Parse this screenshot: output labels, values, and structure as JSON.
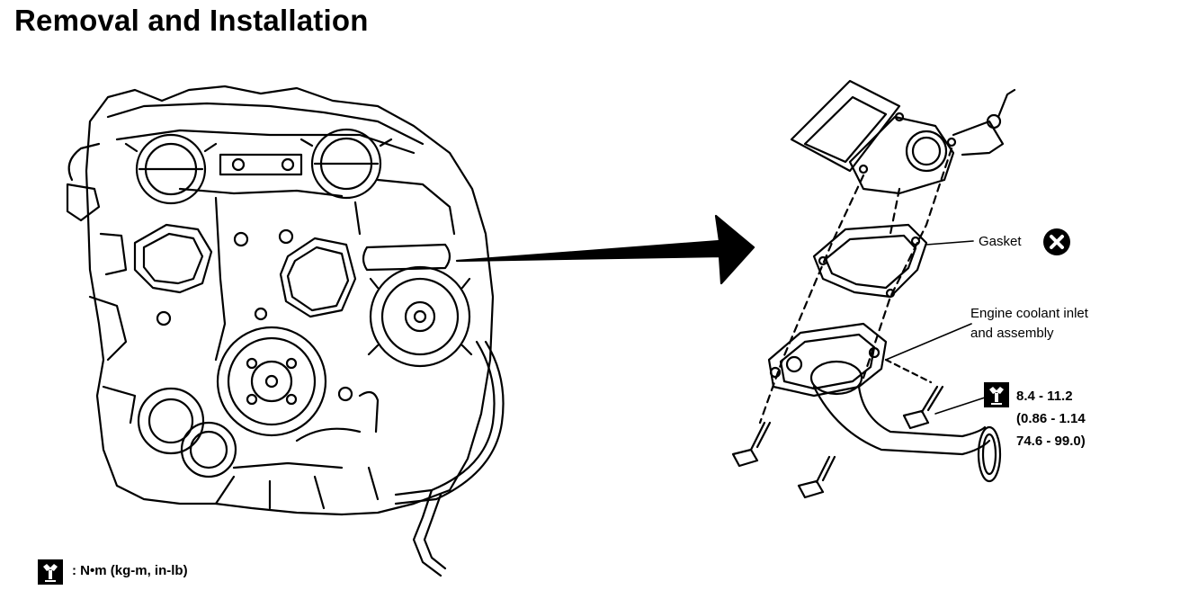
{
  "page": {
    "title": "Removal and Installation"
  },
  "callouts": {
    "gasket_label": "Gasket",
    "inlet_label_line1": "Engine coolant inlet",
    "inlet_label_line2": "and assembly"
  },
  "torque_spec": {
    "line1": "8.4 - 11.2",
    "line2": "(0.86 - 1.14",
    "line3": "74.6 - 99.0)"
  },
  "legend": {
    "text": ": N•m  (kg-m,  in-lb)"
  },
  "icons": {
    "gasket_replace": "x-circle-icon",
    "torque": "torque-wrench-icon"
  }
}
